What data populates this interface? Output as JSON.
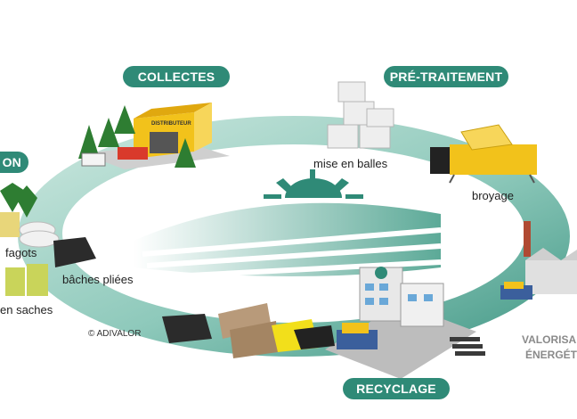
{
  "stages": {
    "collection": "ON",
    "collectes": "COLLECTES",
    "pretraitement": "PRÉ-TRAITEMENT",
    "recyclage": "RECYCLAGE",
    "valorisation_line1": "VALORISA",
    "valorisation_line2": "ÉNERGÉT"
  },
  "labels": {
    "mise_en_balles": "mise en balles",
    "broyage": "broyage",
    "fagots": "fagots",
    "baches_pliees": "bâches pliées",
    "en_saches": "en saches",
    "distributeur_sign": "DISTRIBUTEUR"
  },
  "copyright": "© ADIVALOR",
  "colors": {
    "teal": "#2f8a77",
    "teal_light": "#8ec9bb",
    "teal_pale": "#d8eee8",
    "yellow": "#f2c21b",
    "grey_text": "#8a8a8a"
  }
}
